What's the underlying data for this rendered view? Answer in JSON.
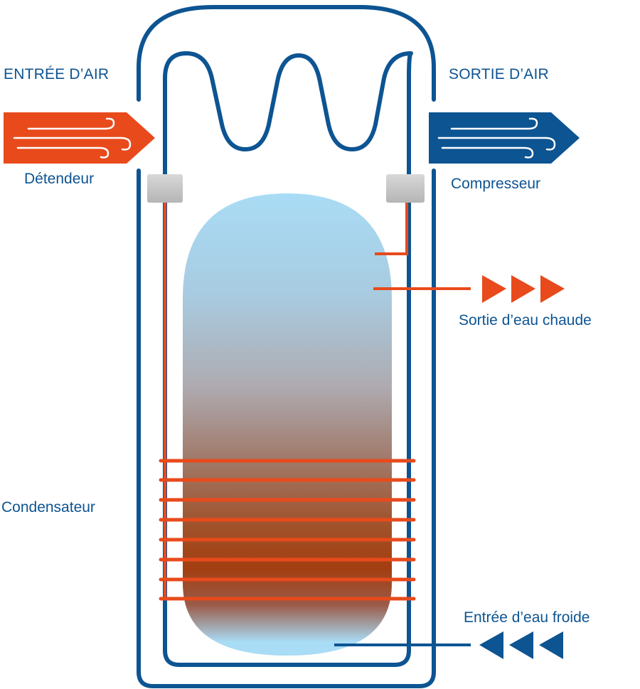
{
  "labels": {
    "air_in": "ENTRÉE D’AIR",
    "air_out": "SORTIE D’AIR",
    "expansion_valve": "Détendeur",
    "compressor": "Compresseur",
    "hot_water_out": "Sortie d’eau chaude",
    "condenser": "Condensateur",
    "cold_water_in": "Entrée d’eau froide"
  },
  "colors": {
    "blue": "#0d5492",
    "orange": "#e84a1c",
    "tank_top": "#a9dcf5",
    "tank_hot": "#a33e10",
    "component_gray": "#c8c8c8"
  },
  "icons": [
    "wind-icon",
    "arrow-right-icon",
    "arrow-left-icon"
  ]
}
